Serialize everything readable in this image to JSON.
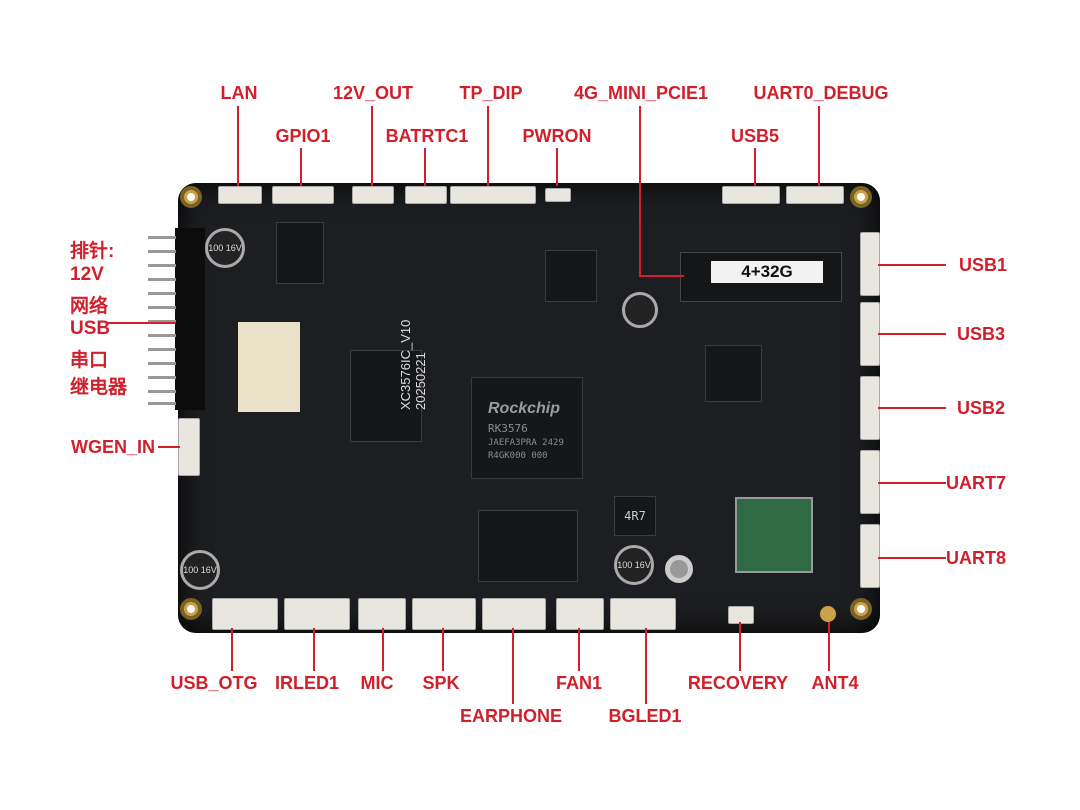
{
  "labels": {
    "top": [
      "LAN",
      "GPIO1",
      "12V_OUT",
      "BATRTC1",
      "TP_DIP",
      "PWRON",
      "4G_MINI_PCIE1",
      "USB5",
      "UART0_DEBUG"
    ],
    "right": [
      "USB1",
      "USB3",
      "USB2",
      "UART7",
      "UART8"
    ],
    "left_header": [
      "排针:",
      "12V",
      "网络",
      "USB",
      "串口",
      "继电器"
    ],
    "left": [
      "WGEN_IN"
    ],
    "bottom": [
      "USB_OTG",
      "IRLED1",
      "MIC",
      "SPK",
      "EARPHONE",
      "FAN1",
      "BGLED1",
      "RECOVERY",
      "ANT4"
    ]
  },
  "board": {
    "soc_brand": "Rockchip",
    "soc_model": "RK3576",
    "soc_line1": "JAEFA3PRA 2429",
    "soc_line2": "R4GK000 000",
    "board_name": "XC3576IC_V10",
    "board_date": "20250221",
    "module_sticker": "4+32G",
    "cap_label": "100 16V",
    "inductor_label": "4R7"
  },
  "colors": {
    "label": "#d11f2b",
    "board": "#1d1e21"
  }
}
